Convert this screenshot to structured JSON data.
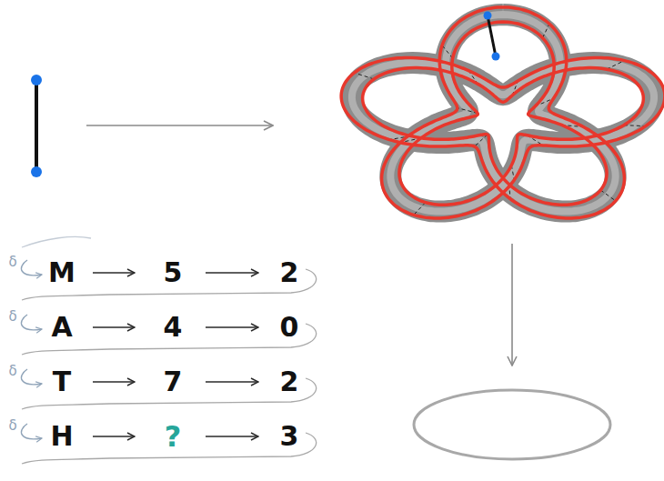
{
  "diagram": {
    "labels": [
      "δ",
      "M",
      "5",
      "2",
      "δ",
      "A",
      "4",
      "0",
      "δ",
      "T",
      "7",
      "2",
      "δ",
      "H",
      "?",
      "3"
    ]
  }
}
